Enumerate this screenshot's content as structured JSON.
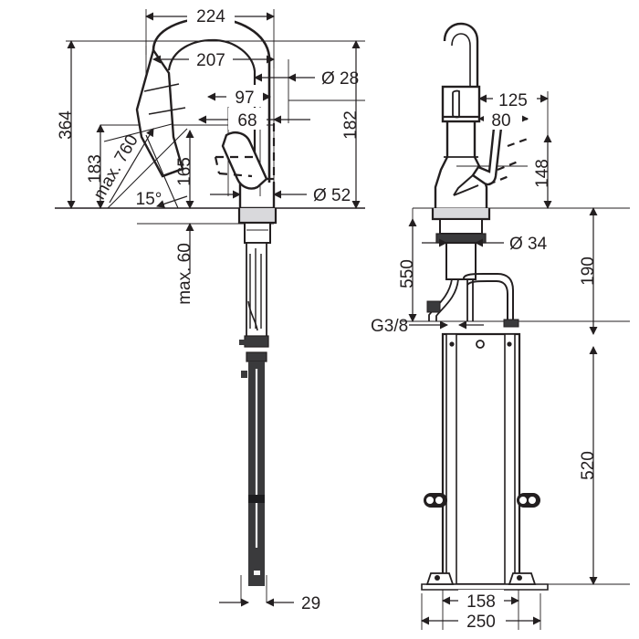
{
  "drawing": {
    "title": "Kitchen faucet technical dimension drawing",
    "units": "mm",
    "line_color": "#231f20",
    "hose_color": "#3a3a3c",
    "background": "#ffffff",
    "views": [
      {
        "name": "side-view",
        "position": "left"
      },
      {
        "name": "front-view",
        "position": "right"
      }
    ]
  },
  "side_view": {
    "dimensions": {
      "overall_reach": "224",
      "overall_height": "364",
      "spout_height": "183",
      "spout_arc": "207",
      "spout_outlet_diameter": "Ø 28",
      "aerator_offset": "97",
      "handle_offset": "68",
      "handle_height": "165",
      "body_diameter": "Ø 52",
      "body_offset_right": "182",
      "hose_pull_out": "max. 760",
      "swivel_angle": "15°",
      "counter_thickness": "max. 60",
      "hose_end_width": "29"
    }
  },
  "front_view": {
    "dimensions": {
      "spray_head_width": "125",
      "spray_head_inner": "80",
      "handle_height": "148",
      "shank_length": "550",
      "shank_diameter": "Ø 34",
      "supply_connection": "G3/8",
      "supply_drop": "190",
      "hose_guide_length": "520",
      "guide_inner_width": "158",
      "guide_outer_width": "250"
    }
  }
}
